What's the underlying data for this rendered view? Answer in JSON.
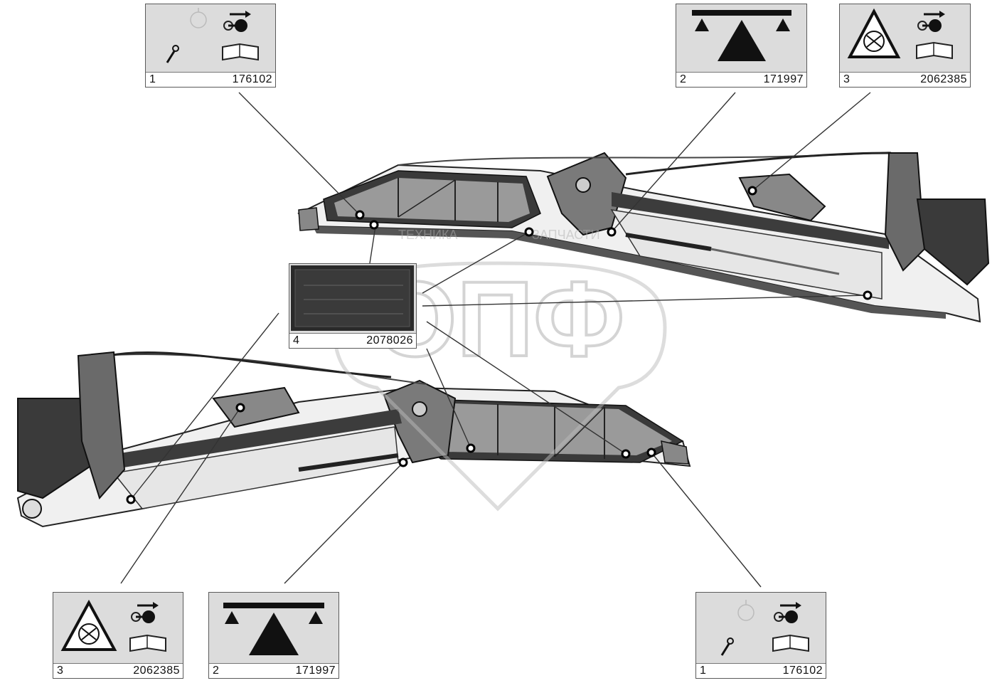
{
  "decals": [
    {
      "id": "top-1",
      "index": "1",
      "code": "176102",
      "kind": "key-manual"
    },
    {
      "id": "top-2",
      "index": "2",
      "code": "171997",
      "kind": "balance"
    },
    {
      "id": "top-3",
      "index": "3",
      "code": "2062385",
      "kind": "crush-hazard"
    },
    {
      "id": "mid-4",
      "index": "4",
      "code": "2078026",
      "kind": "dark-panel"
    },
    {
      "id": "bot-3",
      "index": "3",
      "code": "2062385",
      "kind": "crush-hazard"
    },
    {
      "id": "bot-2",
      "index": "2",
      "code": "171997",
      "kind": "balance"
    },
    {
      "id": "bot-1",
      "index": "1",
      "code": "176102",
      "kind": "key-manual"
    }
  ],
  "watermark": {
    "logo_text": "ОПФ",
    "caption_left": "ТЕХНИКА",
    "caption_right": "ЗАПЧАСТИ"
  },
  "colors": {
    "frame": "#6a6a6a",
    "frame_dark": "#2a2a2a",
    "decal_bg": "#dcdcdc",
    "leader": "#333333",
    "watermark": "#c8c8c8"
  }
}
